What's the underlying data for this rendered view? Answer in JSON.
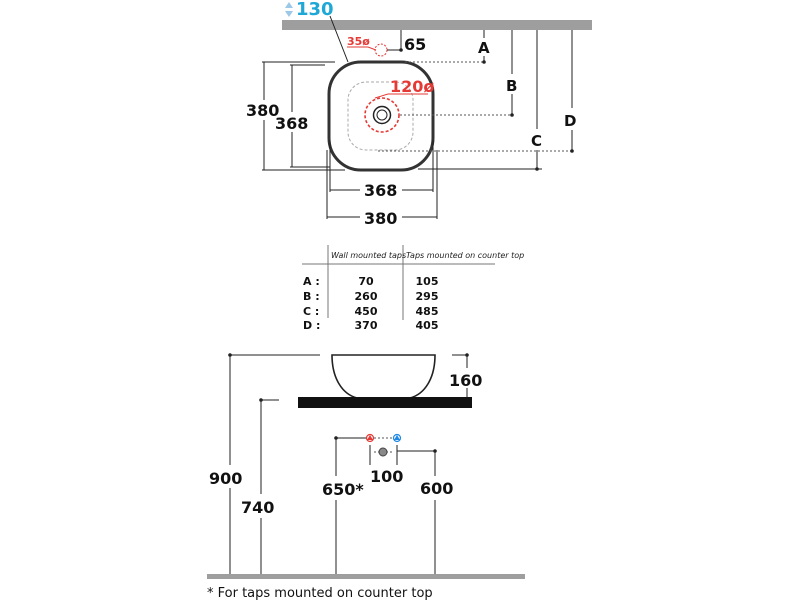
{
  "plan_view": {
    "depth_label": "130",
    "tap_hole_diameter": "35ø",
    "tap_offset": "65",
    "drain_diameter": "120ø",
    "outer_height": "380",
    "inner_height": "368",
    "inner_width": "368",
    "outer_width": "380",
    "letters": {
      "a": "A",
      "b": "B",
      "c": "C",
      "d": "D"
    }
  },
  "table": {
    "headers": [
      "Wall mounted taps",
      "Taps mounted on counter top"
    ],
    "rows": [
      {
        "label": "A :",
        "wall": "70",
        "counter": "105"
      },
      {
        "label": "B :",
        "wall": "260",
        "counter": "295"
      },
      {
        "label": "C :",
        "wall": "450",
        "counter": "485"
      },
      {
        "label": "D :",
        "wall": "370",
        "counter": "405"
      }
    ]
  },
  "side_view": {
    "bowl_height": "160",
    "total_height": "900",
    "counter_height": "740",
    "tap_height": "650*",
    "tap_spacing": "100",
    "drain_height": "600"
  },
  "colors": {
    "red": "#e53935",
    "blue": "#1e88e5",
    "cyan": "#1fa7d6",
    "wall": "#9e9e9e"
  },
  "footnote": "* For taps mounted on counter top"
}
